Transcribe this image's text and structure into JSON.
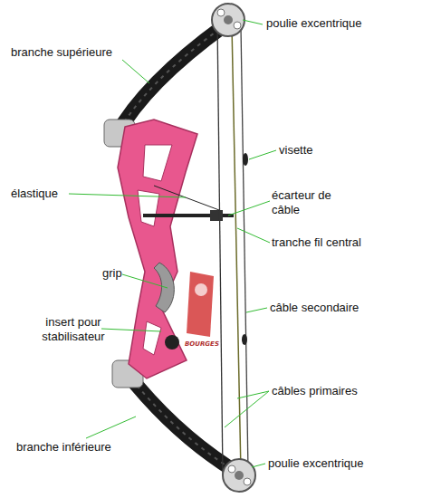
{
  "diagram": {
    "labels": [
      "poulie excentrique",
      "branche supérieure",
      "visette",
      "élastique",
      "écarteur de câble",
      "tranche fil central",
      "grip",
      "câble secondaire",
      "insert pour stabilisateur",
      "câbles primaires",
      "branche inférieure",
      "poulie excentrique",
      "BOURGES"
    ]
  }
}
